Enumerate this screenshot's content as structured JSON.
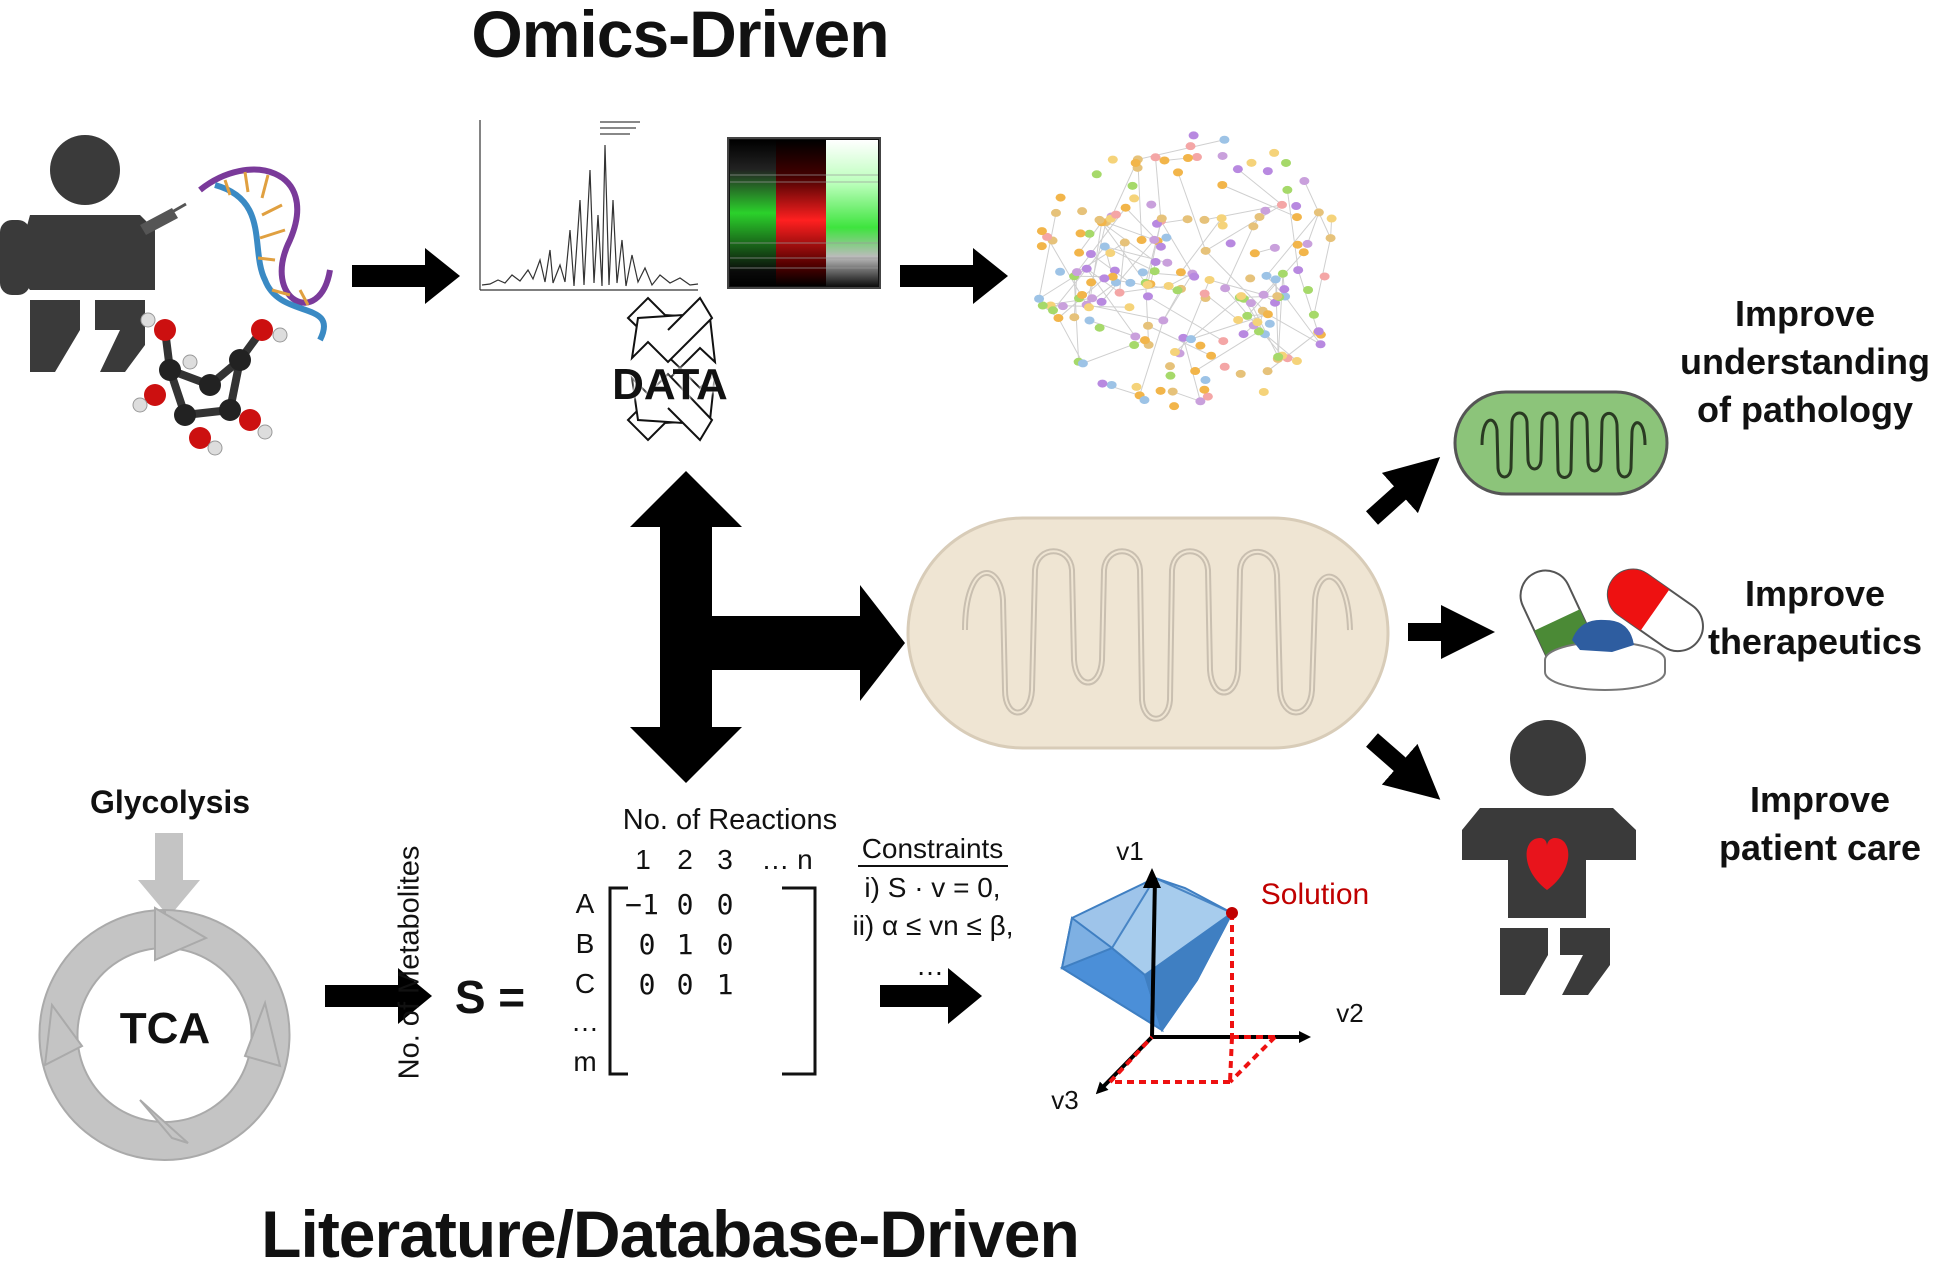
{
  "headings": {
    "top": "Omics-Driven",
    "bottom": "Literature/Database-Driven"
  },
  "data_label": "DATA",
  "outcomes": [
    {
      "lines": [
        "Improve",
        "understanding",
        "of pathology"
      ]
    },
    {
      "lines": [
        "Improve",
        "therapeutics"
      ]
    },
    {
      "lines": [
        "Improve",
        "patient care"
      ]
    }
  ],
  "pathway": {
    "input": "Glycolysis",
    "cycle": "TCA"
  },
  "matrix": {
    "symbol": "S =",
    "col_title": "No. of Reactions",
    "row_title": "No. of Metabolites",
    "col_headers": [
      "1",
      "2",
      "3",
      "… n"
    ],
    "row_headers": [
      "A",
      "B",
      "C",
      "…",
      "m"
    ],
    "rows": [
      [
        "−1",
        "0",
        "0"
      ],
      [
        "0",
        "1",
        "0"
      ],
      [
        "0",
        "0",
        "1"
      ]
    ]
  },
  "constraints": {
    "title": "Constraints",
    "items": [
      "i) S · v = 0,",
      "ii) α ≤ vn ≤ β,",
      "…"
    ]
  },
  "solution_space": {
    "axes": [
      "v1",
      "v2",
      "v3"
    ],
    "solution_label": "Solution"
  },
  "colors": {
    "arrow": "#000000",
    "heart": "#e8141c",
    "solution": "#c00000",
    "polytope": "#5b9bd5",
    "mito_healthy": "#efe5d3",
    "mito_green": "#8cc47a",
    "pathway_gray": "#c4c4c4",
    "figure_gray": "#3a3a3a"
  }
}
